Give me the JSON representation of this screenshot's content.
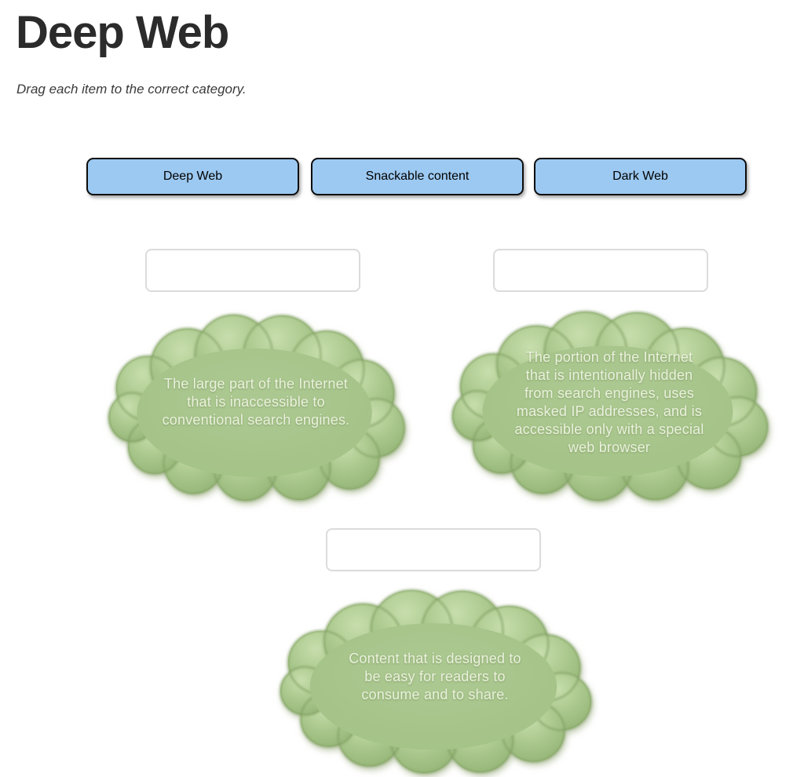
{
  "page": {
    "title": "Deep Web",
    "instruction": "Drag each item to the correct category."
  },
  "drag_items": [
    {
      "label": "Deep Web"
    },
    {
      "label": "Snackable content"
    },
    {
      "label": "Dark Web"
    }
  ],
  "drop_zones": [
    {
      "value": ""
    },
    {
      "value": ""
    },
    {
      "value": ""
    }
  ],
  "categories": [
    {
      "description": "The large part of the Internet\nthat is inaccessible to\nconventional search engines."
    },
    {
      "description": "The portion of the Internet\nthat is intentionally hidden\nfrom search engines, uses\nmasked IP addresses, and is\naccessible only with a special\nweb browser"
    },
    {
      "description": "Content that is designed to\nbe easy for readers to\nconsume and to share."
    }
  ],
  "colors": {
    "drag_item_fill": "#9CC9F1",
    "drag_item_border": "#0D0D0D",
    "drop_zone_border": "#DBDBDB",
    "cloud_fill": "#A6C58A",
    "cloud_rim": "#7E9C5F",
    "cloud_text": "#EAF1DC",
    "title_color": "#2B2B2B"
  }
}
